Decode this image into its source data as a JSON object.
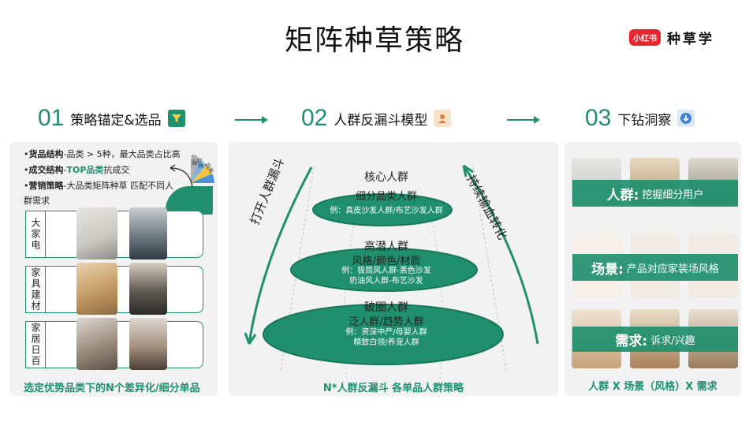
{
  "title": "矩阵种草策略",
  "brand": {
    "badge": "小红书",
    "text": "种草学"
  },
  "steps": [
    {
      "num": "01",
      "label": "策略锚定&选品",
      "icon": "funnel-icon"
    },
    {
      "num": "02",
      "label": "人群反漏斗模型",
      "icon": "person-icon"
    },
    {
      "num": "03",
      "label": "下钻洞察",
      "icon": "down-arrow-icon"
    }
  ],
  "panel1": {
    "bullets": [
      {
        "key": "货品结构",
        "text": "-品类 > 5种，最大品类占比高"
      },
      {
        "key": "成交结构",
        "text": "-",
        "highlight": "TOP品类",
        "tail": "抗成交"
      },
      {
        "key": "营销策略",
        "text": "-大品类矩阵种草 匹配不同人",
        "wrap": "群需求"
      }
    ],
    "pie_labels": [
      "品类",
      "品类",
      "品类"
    ],
    "pie_colors": [
      "#1f8f6d",
      "#4a90d9",
      "#f5c542",
      "#7fb3e8",
      "#b0b0b0",
      "#d9d9d9"
    ],
    "categories": [
      "大家电",
      "家具建材",
      "家居日百"
    ],
    "footer": "选定优势品类下的N个差异化/细分单品"
  },
  "panel2": {
    "left_arrow": "打开人群漏斗",
    "right_arrow": "持续输血转化",
    "tiers": [
      {
        "title": "核心人群",
        "subtitle": "细分品类人群",
        "examples": [
          "例：真皮沙发人群/布艺沙发人群"
        ]
      },
      {
        "title": "高潜人群",
        "subtitle": "风格/颜色/材质",
        "examples": [
          "例：极简风人群-黑色沙发",
          "奶油风人群-布艺沙发"
        ]
      },
      {
        "title": "破圈人群",
        "subtitle": "泛人群/趋势人群",
        "examples": [
          "例：资深中产/母婴人群",
          "精致白领/养宠人群"
        ]
      }
    ],
    "footer": "N*人群反漏斗 各单品人群策略"
  },
  "panel3": {
    "bands": [
      {
        "key": "人群:",
        "text": "挖掘细分用户"
      },
      {
        "key": "场景:",
        "text": "产品对应家装场风格"
      },
      {
        "key": "需求:",
        "text": "诉求/兴趣"
      }
    ],
    "footer": "人群 X 场景（风格）X 需求"
  },
  "colors": {
    "accent": "#1f8f6d",
    "brand_red": "#e8262d",
    "panel": "#f2f2f2"
  }
}
